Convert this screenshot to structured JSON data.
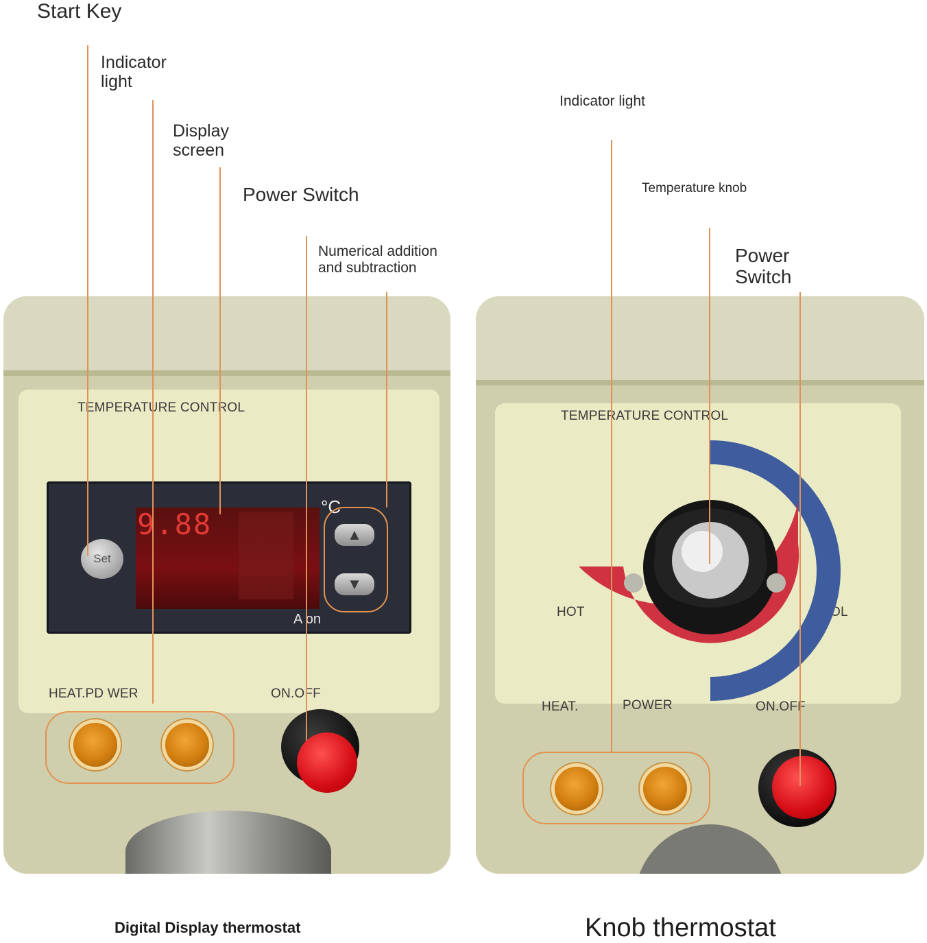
{
  "left_callouts": {
    "start_key": "Start Key",
    "indicator_light": "Indicator\nlight",
    "display_screen": "Display\nscreen",
    "power_switch": "Power Switch",
    "numerical": "Numerical addition\nand subtraction"
  },
  "right_callouts": {
    "indicator_light": "Indicator light",
    "temperature_knob": "Temperature knob",
    "power_switch": "Power\nSwitch"
  },
  "left_device": {
    "panel_title": "TEMPERATURE CONTROL",
    "display_value": "9.88",
    "unit": "°C",
    "set_key_label": "Set",
    "aon_label": "A on",
    "up_key": "▲",
    "down_key": "▼",
    "lamps_label": "HEAT.PD WER",
    "switch_label": "ON.OFF"
  },
  "right_device": {
    "panel_title": "TEMPERATURE CONTROL",
    "hot_label": "HOT",
    "cool_label": "OOL",
    "heat_label": "HEAT.",
    "power_label": "POWER",
    "switch_label": "ON.OFF"
  },
  "captions": {
    "left": "Digital Display thermostat",
    "right": "Knob thermostat"
  },
  "colors": {
    "accent_line": "#e0915a",
    "dial_hot": "#cf3341",
    "dial_cool": "#3e5c9e",
    "switch_red": "#d40c15",
    "lamp_amber": "#d27f10"
  }
}
